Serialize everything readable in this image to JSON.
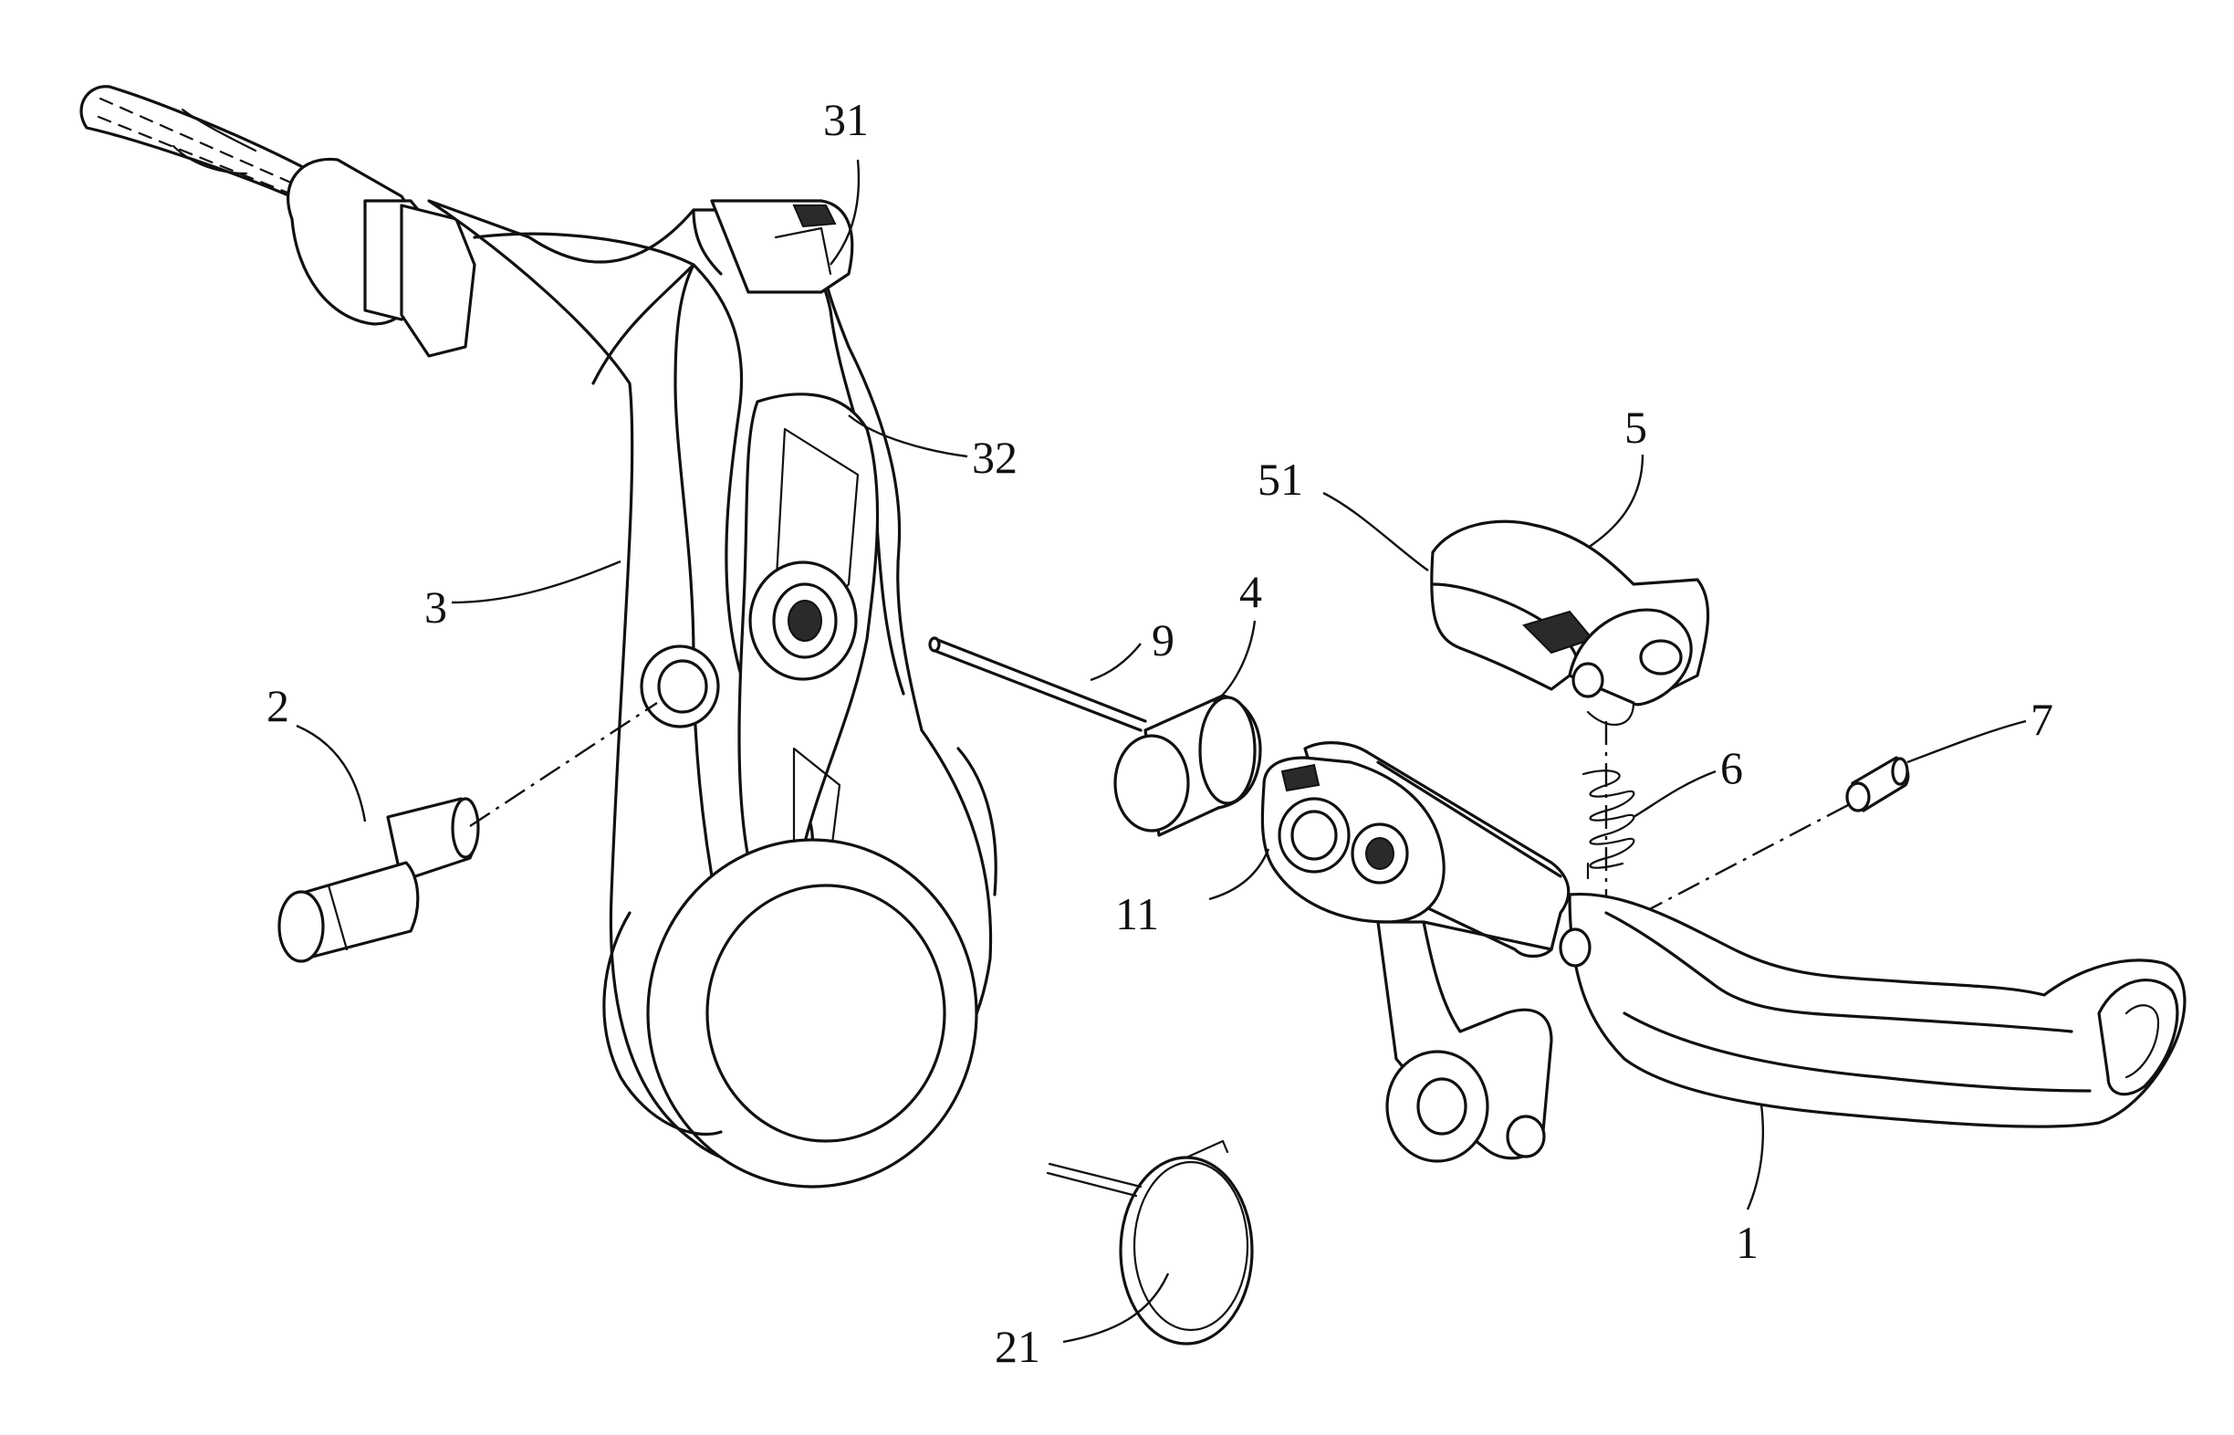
{
  "diagram": {
    "part_labels": {
      "lever_1": "1",
      "pivot_pin_2": "2",
      "bracket_3": "3",
      "roller_4": "4",
      "cam_block_5": "5",
      "spring_6": "6",
      "pin_7": "7",
      "rod_9": "9",
      "lever_head_11": "11",
      "torsion_spring_21": "21",
      "slot_31": "31",
      "cavity_32": "32",
      "cam_tab_51": "51"
    }
  }
}
